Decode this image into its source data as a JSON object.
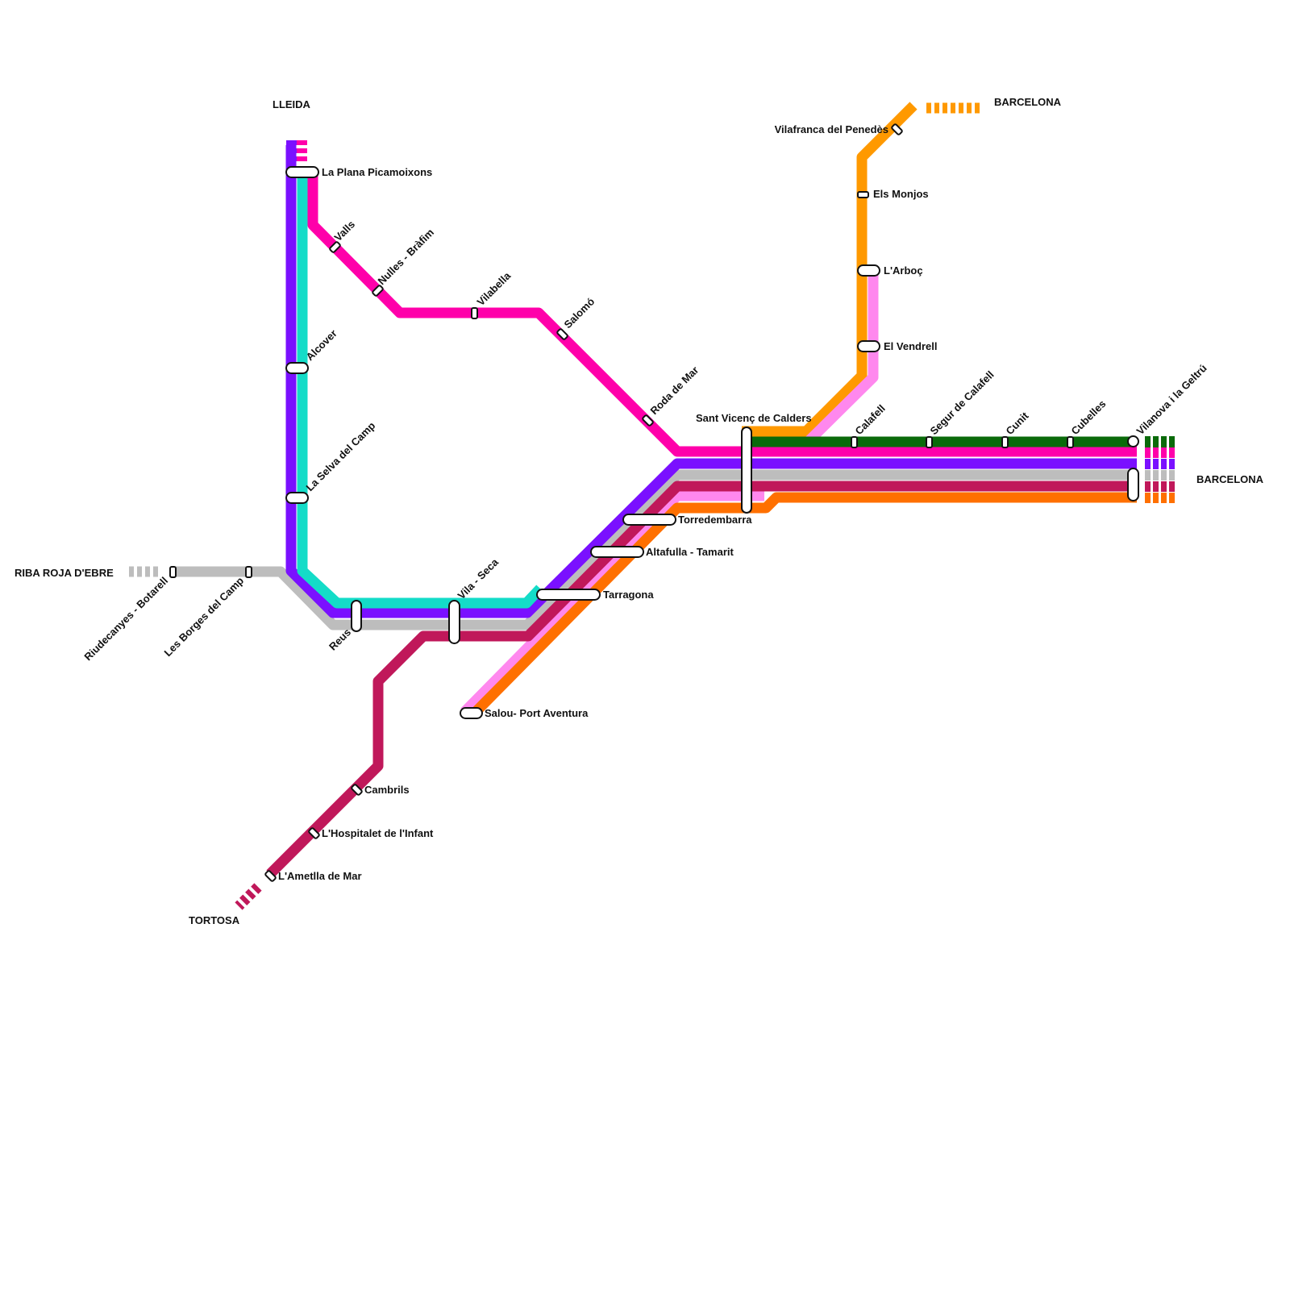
{
  "colors": {
    "magenta": "#ff00aa",
    "violet": "#7a10ff",
    "turquoise": "#14dcc8",
    "grey": "#bdbdbd",
    "crimson": "#c0185a",
    "pink": "#ff88ee",
    "orange": "#ff7000",
    "amber": "#ff9900",
    "green": "#0a6a0a"
  },
  "terminals": {
    "lleida": "LLEIDA",
    "barcelona_top": "BARCELONA",
    "barcelona_right": "BARCELONA",
    "riba_roja": "RIBA ROJA D'EBRE",
    "tortosa": "TORTOSA"
  },
  "stations": {
    "la_plana": "La Plana Picamoixons",
    "valls": "Valls",
    "nulles": "Nulles - Bràfim",
    "vilabella": "Vilabella",
    "salomo": "Salomó",
    "roda": "Roda de Mar",
    "alcover": "Alcover",
    "la_selva": "La Selva del Camp",
    "riudecanyes": "Riudecanyes - Botarell",
    "les_borges": "Les Borges del Camp",
    "reus": "Reus",
    "vila_seca": "Vila - Seca",
    "tarragona": "Tarragona",
    "altafulla": "Altafulla - Tamarit",
    "torredembarra": "Torredembarra",
    "salou": "Salou- Port Aventura",
    "cambrils": "Cambrils",
    "hospitalet": "L'Hospitalet de l'Infant",
    "ametlla": "L'Ametlla de Mar",
    "sant_vicenc": "Sant Vicenç de Calders",
    "vilafranca": "Vilafranca del Penedès",
    "els_monjos": "Els Monjos",
    "larboc": "L'Arboç",
    "el_vendrell": "El Vendrell",
    "calafell": "Calafell",
    "segur": "Segur de Calafell",
    "cunit": "Cunit",
    "cubelles": "Cubelles",
    "vilanova": "Vilanova i la Geltrú"
  }
}
